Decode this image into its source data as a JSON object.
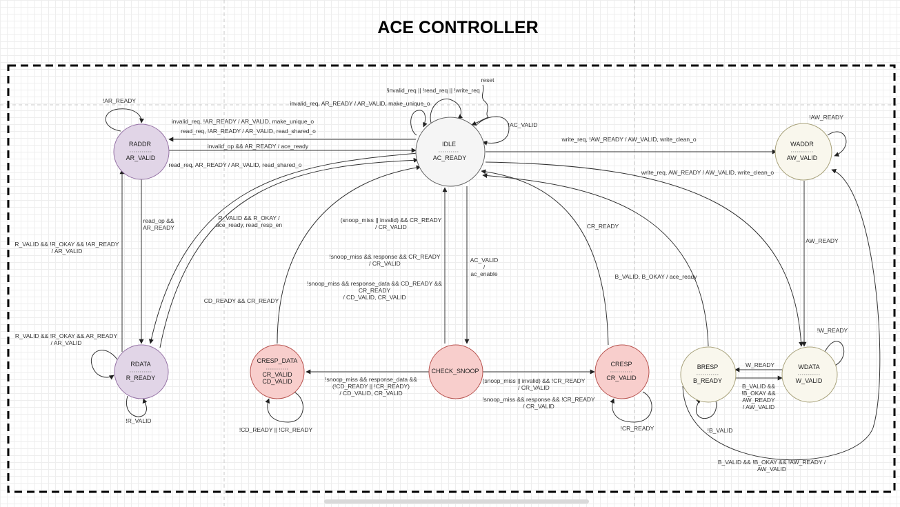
{
  "title": "ACE CONTROLLER",
  "colors": {
    "purple_fill": "#e1d5e7",
    "purple_stroke": "#9673a6",
    "red_fill": "#f8cecc",
    "red_stroke": "#b85450",
    "gray_fill": "#f5f5f5",
    "gray_stroke": "#666666",
    "cream_fill": "#f9f7ed",
    "cream_stroke": "#a8a27b"
  },
  "states": {
    "idle": {
      "name": "IDLE",
      "out": [
        "AC_READY"
      ]
    },
    "raddr": {
      "name": "RADDR",
      "out": [
        "AR_VALID"
      ]
    },
    "rdata": {
      "name": "RDATA",
      "out": [
        "R_READY"
      ]
    },
    "cresp_data": {
      "name": "CRESP_DATA",
      "out": [
        "CR_VALID",
        "CD_VALID"
      ]
    },
    "check_snoop": {
      "name": "CHECK_SNOOP",
      "out": []
    },
    "cresp": {
      "name": "CRESP",
      "out": [
        "CR_VALID"
      ]
    },
    "bresp": {
      "name": "BRESP",
      "out": [
        "B_READY"
      ]
    },
    "wdata": {
      "name": "WDATA",
      "out": [
        "W_VALID"
      ]
    },
    "waddr": {
      "name": "WADDR",
      "out": [
        "AW_VALID"
      ]
    }
  },
  "labels": {
    "reset": "reset",
    "idle_self_1": "!invalid_req || !read_req || !write_req",
    "idle_self_2": "invalid_req, AR_READY / AR_VALID, make_unique_o",
    "idle_self_3": "!AC_VALID",
    "idle_raddr_1": "invalid_req, !AR_READY / AR_VALID, make_unique_o",
    "idle_raddr_2": "read_req, !AR_READY / AR_VALID, read_shared_o",
    "raddr_idle": "invalid_op && AR_READY / ace_ready",
    "idle_rdata": "read_req, AR_READY / AR_VALID, read_shared_o",
    "raddr_self": "!AR_READY",
    "raddr_rdata": [
      "read_op &&",
      "AR_READY"
    ],
    "rdata_raddr": [
      "R_VALID && !R_OKAY && !AR_READY",
      "/ AR_VALID"
    ],
    "rdata_self_1": [
      "R_VALID && !R_OKAY && AR_READY",
      "/ AR_VALID"
    ],
    "rdata_self_2": "!R_VALID",
    "rdata_idle": [
      "R_VALID && R_OKAY /",
      "ace_ready, read_resp_en"
    ],
    "crespdata_idle": "CD_READY && CR_READY",
    "crespdata_self": "!CD_READY || !CR_READY",
    "cs_idle_1": [
      "(snoop_miss || invalid) && CR_READY",
      "/ CR_VALID"
    ],
    "cs_idle_2": [
      "!snoop_miss && response && CR_READY",
      "/  CR_VALID"
    ],
    "cs_idle_3": [
      "!snoop_miss && response_data && CD_READY &&",
      "CR_READY",
      "/ CD_VALID, CR_VALID"
    ],
    "idle_cs": [
      "AC_VALID",
      "/",
      "ac_enable"
    ],
    "cs_crespdata": [
      "!snoop_miss && response_data &&",
      "(!CD_READY || !CR_READY)",
      "/  CD_VALID, CR_VALID"
    ],
    "cs_cresp_1": [
      "(snoop_miss || invalid) && !CR_READY",
      "/ CR_VALID"
    ],
    "cs_cresp_2": [
      "!snoop_miss && response && !CR_READY",
      "/  CR_VALID"
    ],
    "cresp_idle": "CR_READY",
    "cresp_self": "!CR_READY",
    "bresp_idle": "B_VALID, B_OKAY / ace_ready",
    "idle_waddr": "write_req, !AW_READY / AW_VALID, write_clean_o",
    "idle_wdata": "write_req, AW_READY / AW_VALID, write_clean_o",
    "waddr_self": "!AW_READY",
    "waddr_wdata": "AW_READY",
    "wdata_self": "!W_READY",
    "wdata_bresp": "W_READY",
    "bresp_wdata": [
      "B_VALID &&",
      "!B_OKAY &&",
      "AW_READY",
      "/ AW_VALID"
    ],
    "bresp_self": "!B_VALID",
    "bresp_waddr": [
      "B_VALID && !B_OKAY && !AW_READY /",
      "AW_VALID"
    ]
  }
}
